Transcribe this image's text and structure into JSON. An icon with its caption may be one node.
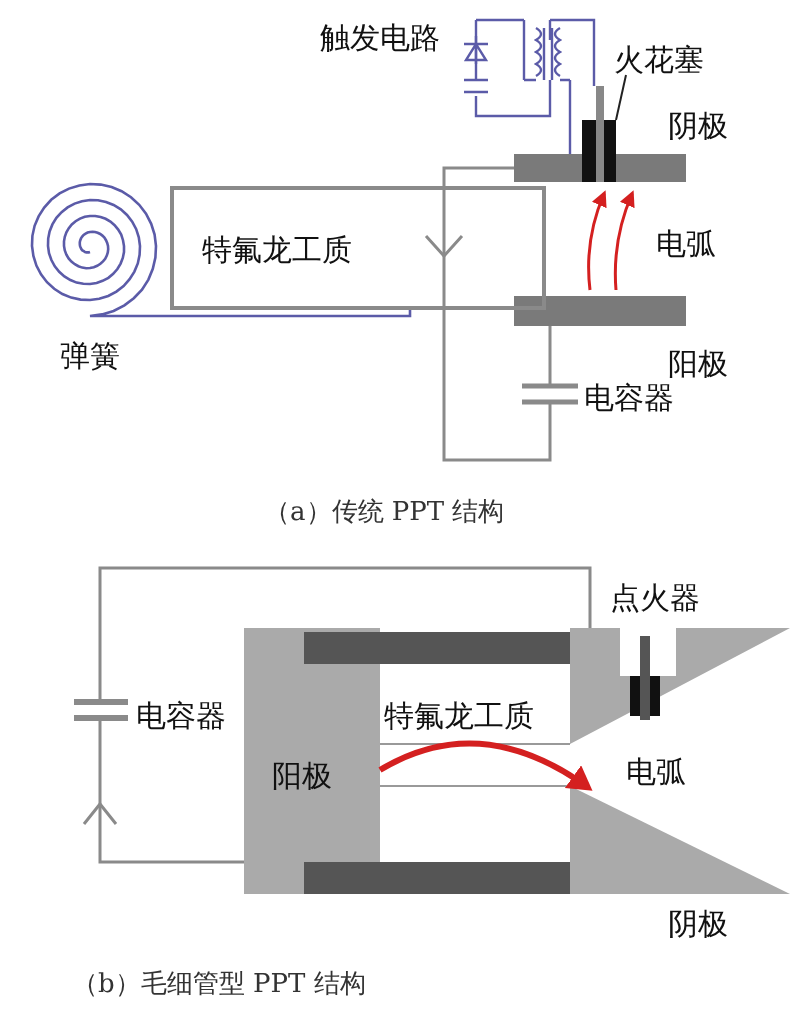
{
  "diagram": {
    "nodes": [
      {
        "text": [
          "特氟龙工质"
        ]
      },
      {
        "text": [
          "火花塞"
        ]
      },
      {
        "text": [],
        "shape": "box"
      }
    ],
    "edges": [
      {
        "from": 1,
        "to": 2,
        "arrow": "none"
      }
    ],
    "labels": [
      "触发电路",
      "阴极",
      "电弧",
      "弹簧",
      "阳极",
      "电容器",
      "（a）传统 PPT 结构",
      "点火器",
      "电容器",
      "特氟龙工质",
      "阳极",
      "电弧",
      "阴极",
      "（b）毛细管型 PPT 结构"
    ]
  }
}
